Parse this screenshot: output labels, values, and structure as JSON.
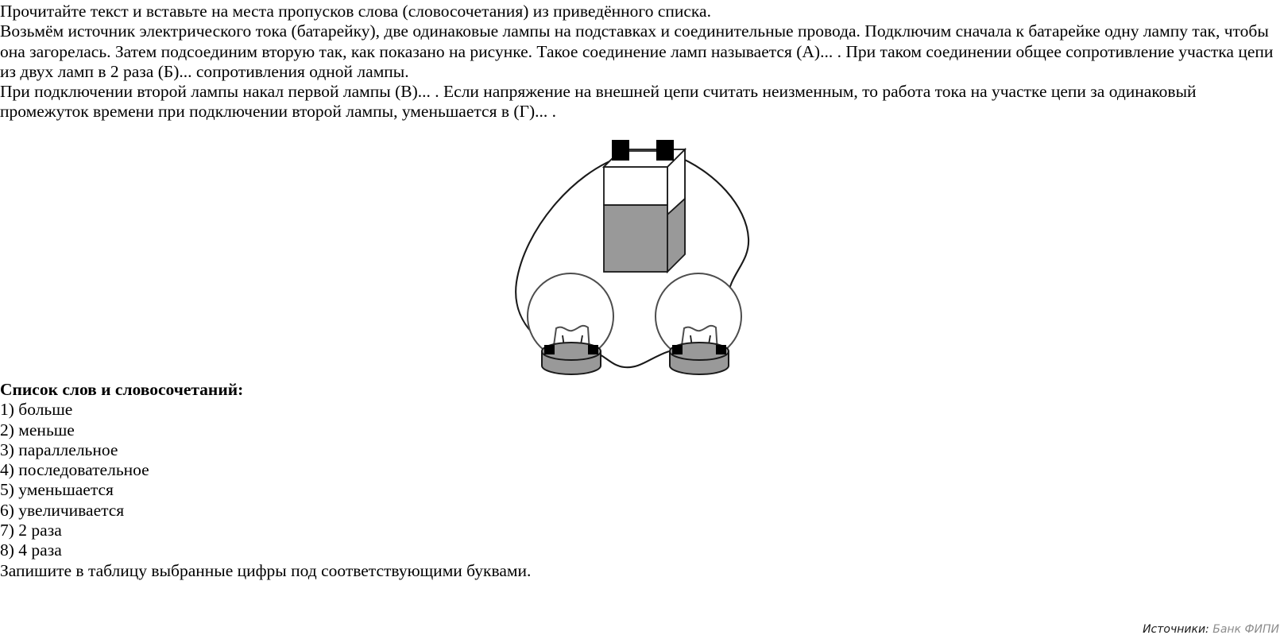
{
  "passage": {
    "lines": [
      "Прочитайте текст и вставьте на места пропусков слова (словосочетания) из приведённого списка.",
      "Возьмём источник электрического тока (батарейку), две одинаковые лампы на подставках и соединительные провода. Подключим сначала к батарейке одну лампу так, чтобы она загорелась. Затем подсоединим вторую так, как показано на рисунке. Такое соединение ламп называется (А)... . При таком соединении общее сопротивление участка цепи из двух ламп в 2 раза (Б)... сопротивления одной лампы.",
      "При подключении второй лампы накал первой лампы (В)... . Если напряжение на внешней цепи считать неизменным, то работа тока на участке цепи за одинаковый промежуток времени при подключении второй лампы, уменьшается в (Г)... ."
    ]
  },
  "figure": {
    "title": "electric-circuit-diagram",
    "description": "Батарейка соединена проводами с двумя одинаковыми лампами на подставках",
    "colors": {
      "stroke": "#1a1a1a",
      "battery_body_gray": "#999999",
      "battery_body_white": "#ffffff",
      "battery_terminal": "#000000",
      "lamp_base_gray": "#999999",
      "lamp_glass": "#ffffff"
    },
    "parts": [
      "battery",
      "battery-terminal-left",
      "battery-terminal-right",
      "lamp-left",
      "lamp-right",
      "wire-left",
      "wire-right",
      "wire-middle"
    ]
  },
  "wordlist": {
    "title": "Список слов и словосочетаний:",
    "items": [
      "1) больше",
      "2) меньше",
      "3) параллельное",
      "4) последовательное",
      "5) уменьшается",
      "6) увеличивается",
      "7) 2 раза",
      "8) 4 раза"
    ],
    "closing": "Запишите в таблицу выбранные цифры под соответствующими буквами."
  },
  "source": {
    "label": "Источники:",
    "value": "Банк ФИПИ"
  }
}
